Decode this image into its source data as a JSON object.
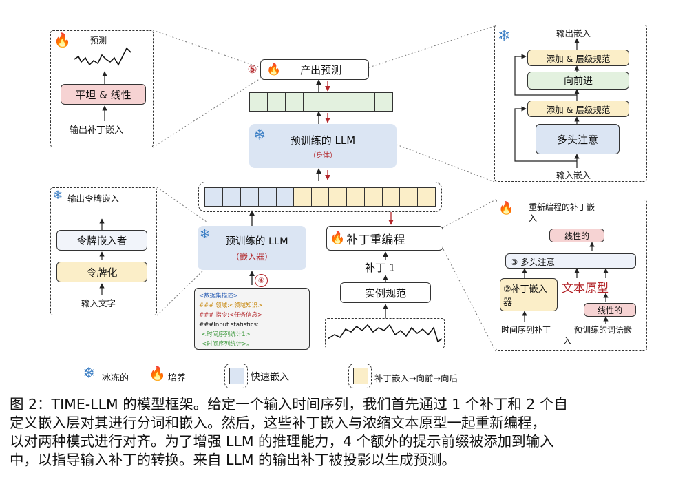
{
  "colors": {
    "frozen_blue": "#3b7ec4",
    "trained_orange": "#e8741a",
    "box_blue": "#dbe5f3",
    "box_yellow": "#fbeec8",
    "box_pink": "#f6d3d3",
    "box_green": "#e3f1df",
    "accent_red": "#b3262a",
    "prompt_blue": "#2c5fb5",
    "prompt_orange": "#c98a12",
    "prompt_green": "#3e9a3e"
  },
  "main": {
    "output_label": "产出预测",
    "step5": "⑤",
    "llm_body_title": "预训练的 LLM",
    "llm_body_sub": "（身体）",
    "llm_embed_title": "预训练的 LLM",
    "llm_embed_sub": "（嵌入器）",
    "patch_reprog": "补丁重编程",
    "patch1": "补丁 1",
    "instance_norm": "实例规范",
    "step4": "④"
  },
  "prompt": {
    "line1": "<数据集描述>",
    "line2": "### 领域:<领域知识>",
    "line3": "### 指令:<任务信息>",
    "line4": "###Input statistics:",
    "line5": "<时间序列统计1>",
    "line6": "<时间序列统计>。"
  },
  "panel_output": {
    "top_label": "预测",
    "flatten": "平坦 & 线性",
    "input": "输出补丁嵌入"
  },
  "panel_token": {
    "title": "输出令牌嵌入",
    "embedder": "令牌嵌入者",
    "tokenize": "令牌化",
    "input": "输入文字"
  },
  "panel_transformer": {
    "output": "输出嵌入",
    "addnorm1": "添加 & 层级规范",
    "ffn": "向前进",
    "addnorm2": "添加 & 层级规范",
    "mha": "多头注意",
    "input": "输入嵌入"
  },
  "panel_reprog": {
    "title_l1": "重新编程的补丁嵌",
    "title_l2": "入",
    "linear1": "线性的",
    "mha": "③ 多头注意",
    "patch_embedder_l1": "②补丁嵌入",
    "patch_embedder_l2": "器",
    "text_proto": "文本原型",
    "linear2": "线性的",
    "ts_patch": "时间序列补丁",
    "pretrained_words_l1": "预训练的词语嵌",
    "pretrained_words_l2": "入"
  },
  "legend": {
    "frozen": "冰冻的",
    "trained": "培养",
    "fast_embed": "快速嵌入",
    "patch_flow": "补丁嵌入→向前→向后"
  },
  "caption": {
    "line1": "图 2：TIME-LLM 的模型框架。给定一个输入时间序列，我们首先通过 1 个补丁和 2 个自",
    "line2": "定义嵌入层对其进行分词和嵌入。然后，这些补丁嵌入与浓缩文本原型一起重新编程，",
    "line3": "以对两种模式进行对齐。为了增强 LLM 的推理能力，4 个额外的提示前缀被添加到输入",
    "line4": "中，以指导输入补丁的转换。来自 LLM 的输出补丁被投影以生成预测。"
  }
}
